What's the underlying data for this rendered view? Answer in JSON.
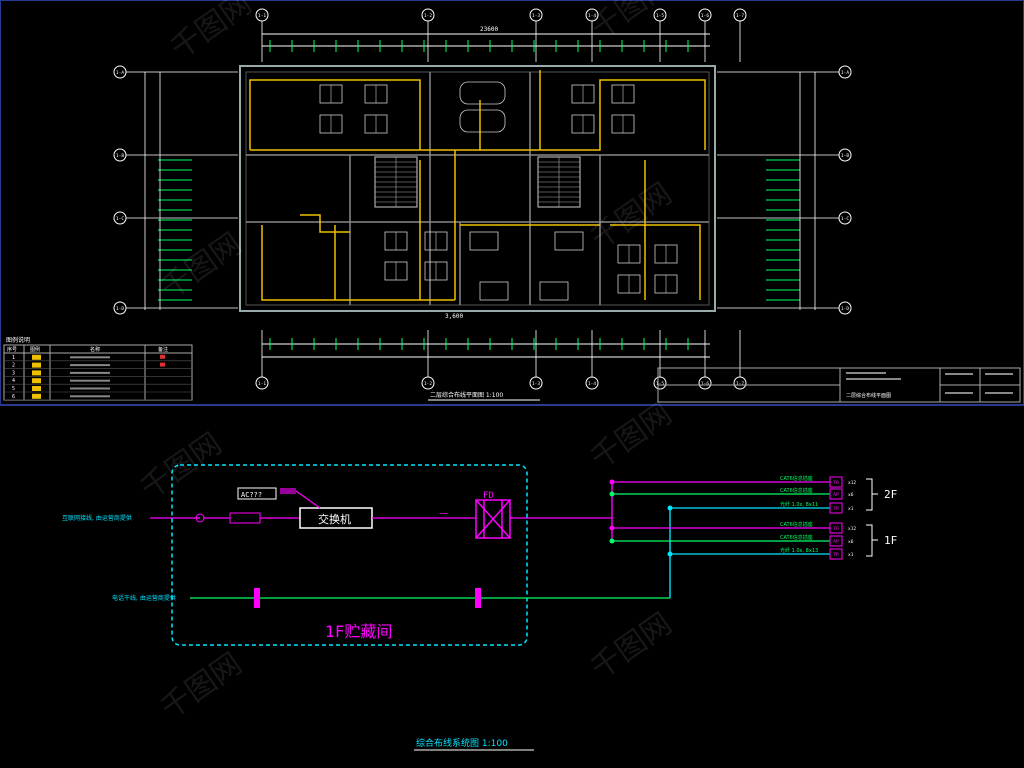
{
  "plan": {
    "title": "二层综合布线平面图 1:100",
    "grid_labels_top": [
      "1-1",
      "1-2",
      "1-3",
      "1-4",
      "1-5",
      "1-6",
      "1-7"
    ],
    "grid_labels_left": [
      "1-A",
      "1-B",
      "1-C",
      "1-D"
    ],
    "grid_labels_right": [
      "1-A",
      "1-B",
      "1-C",
      "1-D"
    ],
    "total_dim": "23600",
    "bottom_dim": "3,600"
  },
  "legend": {
    "header": "图例说明",
    "col_no": "序号",
    "col_symbol": "图例",
    "col_name": "名称",
    "col_note": "备注",
    "rows": [
      "1",
      "2",
      "3",
      "4",
      "5",
      "6"
    ]
  },
  "title_block": {
    "drawing_name": "二层综合布线平面图"
  },
  "system": {
    "title": "综合布线系统图 1:100",
    "room_label": "1F贮藏间",
    "switch_label": "交换机",
    "ac_label": "AC???",
    "fd_label": "FD",
    "input_internet": "互联网接线, 由运营商提供",
    "input_phone": "电话干线, 由运营商提供",
    "floor_2f": "2F",
    "floor_1f": "1F",
    "outlets_2f": [
      "CAT6信息插座",
      "CAT6信息插座",
      "光纤 1.0x, 8x11"
    ],
    "outlets_1f": [
      "CAT6信息插座",
      "CAT6信息插座",
      "光纤 1.0x, 8x13"
    ],
    "outlet_symbols": [
      "TO",
      "AP",
      "TP"
    ],
    "counts": [
      "x12",
      "x6",
      "x1",
      "x12",
      "x6",
      "x1"
    ]
  },
  "watermark": "千图网",
  "colors": {
    "cyan": "#00e5ff",
    "magenta": "#ff00ff",
    "green": "#00ff66",
    "yellow": "#f0c000",
    "white": "#ffffff",
    "frame": "#2a3a8f"
  }
}
